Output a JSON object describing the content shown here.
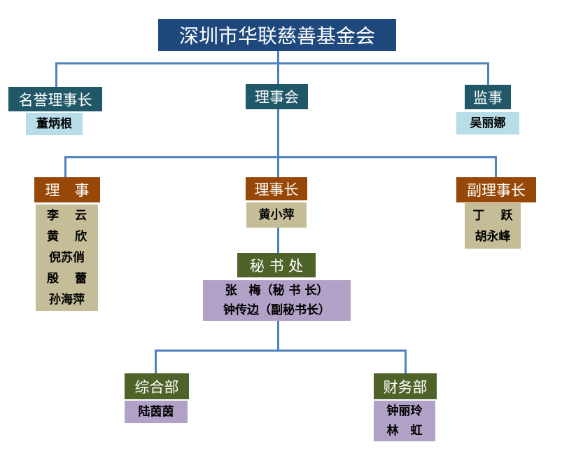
{
  "title": "深圳市华联慈善基金会",
  "honorary_chairman": {
    "label": "名誉理事长",
    "names": [
      "董炳根"
    ]
  },
  "council": {
    "label": "理事会"
  },
  "supervisor": {
    "label": "监事",
    "names": [
      "吴丽娜"
    ]
  },
  "directors": {
    "label": "理　事",
    "names": [
      "李　 云",
      "黄　 欣",
      "倪苏俏",
      "殷　 蕾",
      "孙海萍"
    ]
  },
  "chairman": {
    "label": "理事长",
    "names": [
      "黄小萍"
    ]
  },
  "vice_chairman": {
    "label": "副理事长",
    "names": [
      "丁　 跃",
      "胡永峰"
    ]
  },
  "secretariat": {
    "label": "秘 书 处",
    "names": [
      "张　梅（秘 书 长）",
      "钟传边（副秘书长）"
    ]
  },
  "general_dept": {
    "label": "综合部",
    "names": [
      "陆茵茵"
    ]
  },
  "finance_dept": {
    "label": "财务部",
    "names": [
      "钟丽玲",
      "林　虹"
    ]
  },
  "colors": {
    "title": "#1f497d",
    "teal": "#215868",
    "brown": "#974806",
    "green": "#4f6228",
    "khaki": "#c4bd97",
    "lightblue": "#b7dde8",
    "lavender": "#b2a1c7",
    "line": "#4f81bd"
  }
}
